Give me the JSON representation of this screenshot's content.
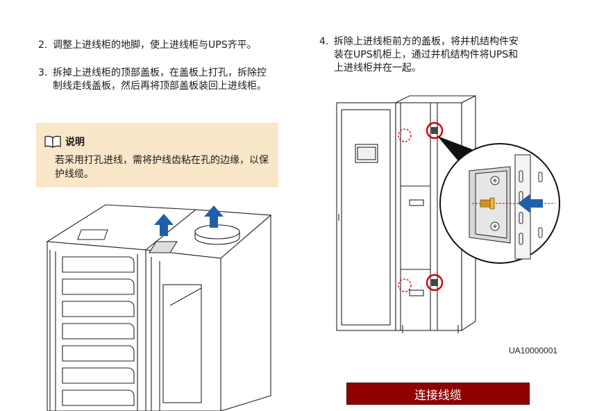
{
  "steps": [
    {
      "num": "2.",
      "text": "调整上进线柜的地脚，使上进线柜与UPS齐平。"
    },
    {
      "num": "3.",
      "text": "拆掉上进线柜的顶部盖板，在盖板上打孔，拆除控\n制线走线盖板，然后再将顶部盖板装回上进线柜。"
    },
    {
      "num": "4.",
      "text": "拆除上进线柜前方的盖板，将并机结构件安\n装在UPS机柜上，通过并机结构件将UPS和\n上进线柜并在一起。"
    }
  ],
  "note": {
    "title": "说明",
    "body": "若采用打孔进线，需将护线齿粘在孔的边缘，以保护线缆。"
  },
  "figure_caption": "UA10000001",
  "link_button": "连接线缆",
  "colors": {
    "note_bg": "#fae6c8",
    "button_bg": "#8f0000",
    "arrow_blue": "#1f5fa8",
    "callout_red": "#d00000"
  }
}
